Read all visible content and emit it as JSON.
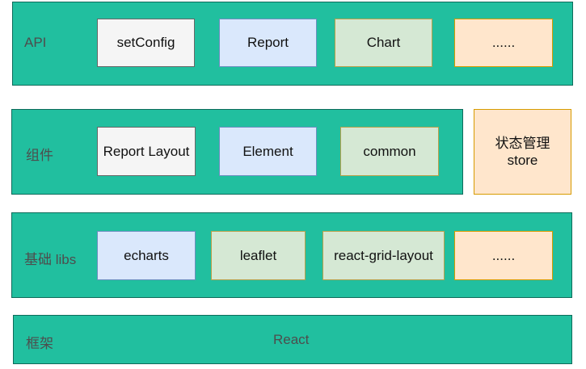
{
  "layers": {
    "api": {
      "label": "API",
      "items": [
        "setConfig",
        "Report",
        "Chart",
        "......"
      ]
    },
    "components": {
      "label": "组件",
      "items": [
        "Report Layout",
        "Element",
        "common"
      ]
    },
    "state": {
      "label_line1": "状态管理",
      "label_line2": "store"
    },
    "base": {
      "label": "基础 libs",
      "items": [
        "echarts",
        "leaflet",
        "react-grid-layout",
        "......"
      ]
    },
    "framework": {
      "label": "框架",
      "item": "React"
    }
  },
  "colors": {
    "layer_fill": "#21bf9f",
    "gray_fill": "#f5f5f5",
    "blue_fill": "#dae8fc",
    "green_fill": "#d5e8d4",
    "orange_fill": "#ffe6cc"
  }
}
